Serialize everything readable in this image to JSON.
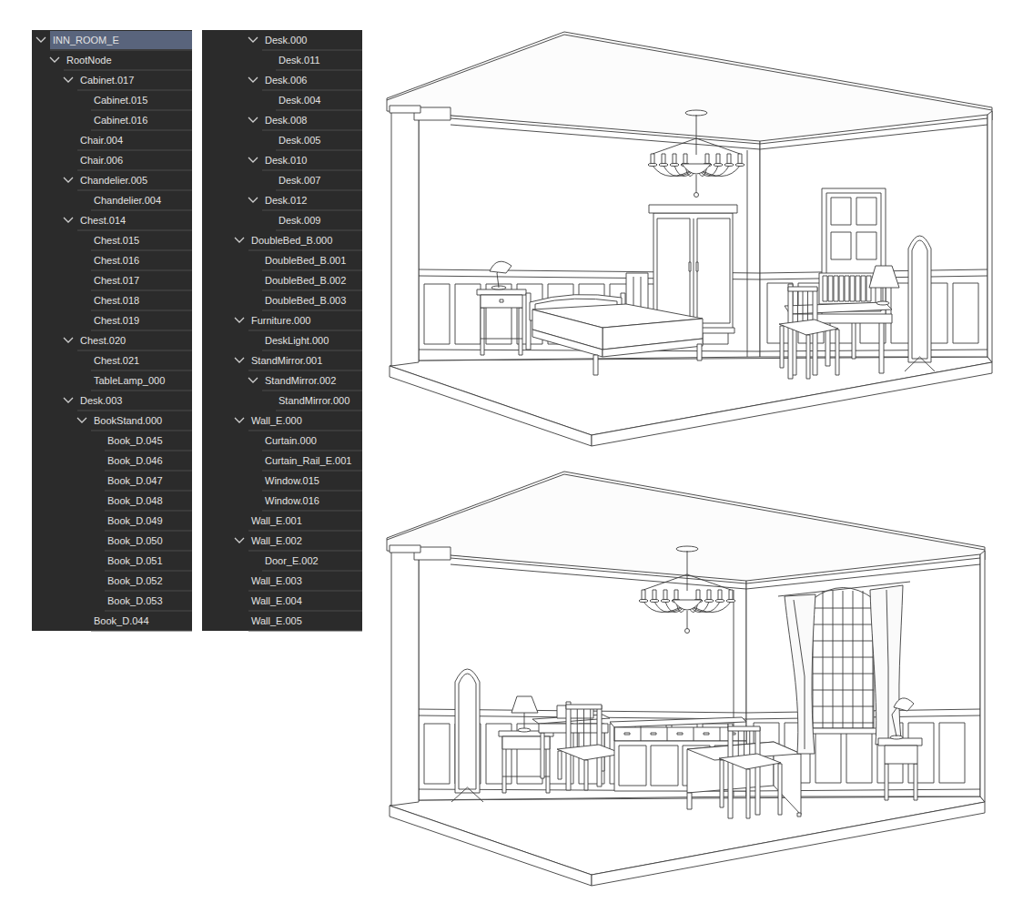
{
  "diagram": {
    "labels": [
      "INN_ROOM_E",
      "RootNode",
      "Cabinet.017",
      "Cabinet.015",
      "Cabinet.016",
      "Chair.004",
      "Chair.006",
      "Chandelier.005",
      "Chandelier.004",
      "Chest.014",
      "Chest.015",
      "Chest.016",
      "Chest.017",
      "Chest.018",
      "Chest.019",
      "Chest.020",
      "Chest.021",
      "TableLamp_000",
      "Desk.003",
      "BookStand.000",
      "Book_D.045",
      "Book_D.046",
      "Book_D.047",
      "Book_D.048",
      "Book_D.049",
      "Book_D.050",
      "Book_D.051",
      "Book_D.052",
      "Book_D.053",
      "Book_D.044",
      "Desk.000",
      "Desk.011",
      "Desk.006",
      "Desk.004",
      "Desk.008",
      "Desk.005",
      "Desk.010",
      "Desk.007",
      "Desk.012",
      "Desk.009",
      "DoubleBed_B.000",
      "DoubleBed_B.001",
      "DoubleBed_B.002",
      "DoubleBed_B.003",
      "Furniture.000",
      "DeskLight.000",
      "StandMirror.001",
      "StandMirror.002",
      "StandMirror.000",
      "Wall_E.000",
      "Curtain.000",
      "Curtain_Rail_E.001",
      "Window.015",
      "Window.016",
      "Wall_E.001",
      "Wall_E.002",
      "Door_E.002",
      "Wall_E.003",
      "Wall_E.004",
      "Wall_E.005"
    ]
  }
}
